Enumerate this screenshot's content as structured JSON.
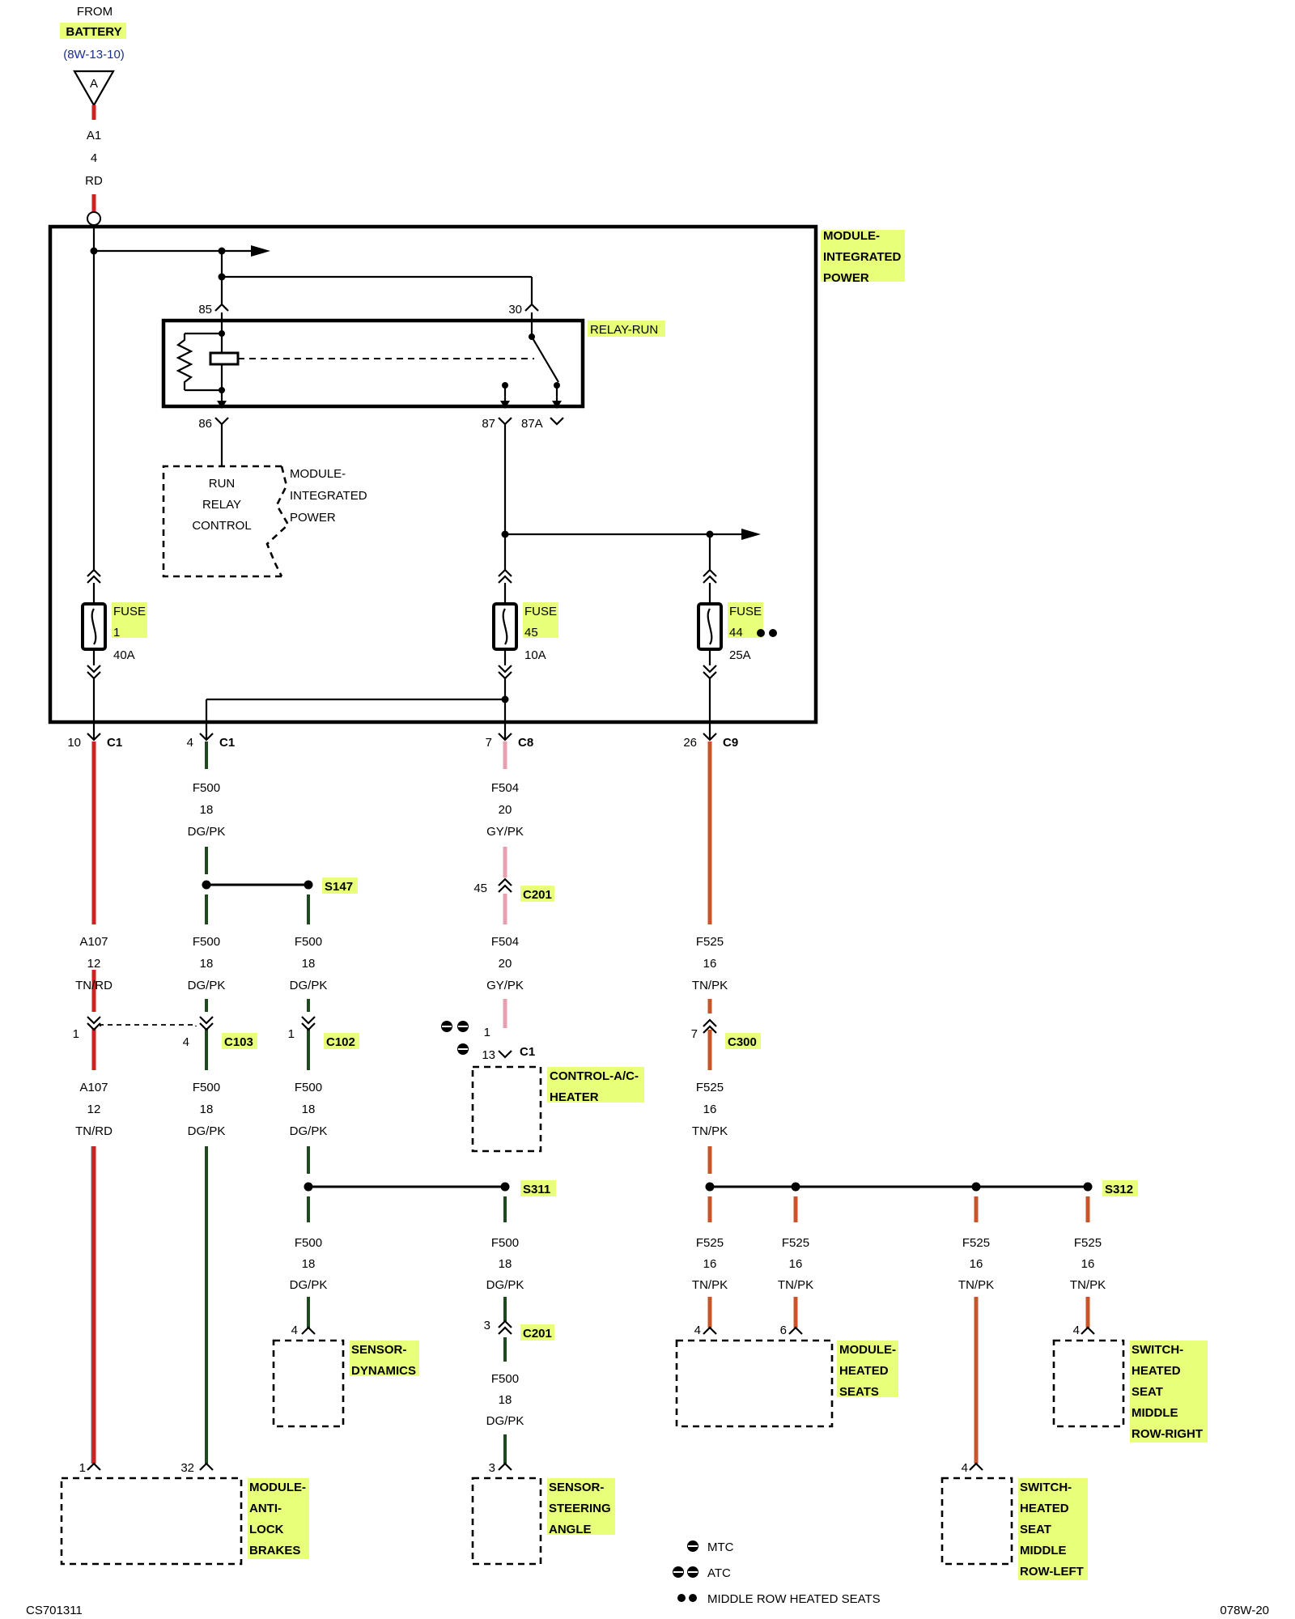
{
  "from": {
    "line1": "FROM",
    "line2": "BATTERY",
    "line3": "(8W-13-10)",
    "connector_letter": "A"
  },
  "top_wire": {
    "cavity": "A1",
    "gauge": "4",
    "color": "RD"
  },
  "module": {
    "l1": "MODULE-",
    "l2": "INTEGRATED",
    "l3": "POWER"
  },
  "relay": {
    "name": "RELAY-RUN",
    "pin85": "85",
    "pin30": "30",
    "pin86": "86",
    "pin87": "87",
    "pin87a": "87A"
  },
  "run_relay_control": {
    "l1": "RUN",
    "l2": "RELAY",
    "l3": "CONTROL",
    "m1": "MODULE-",
    "m2": "INTEGRATED",
    "m3": "POWER"
  },
  "fuses": [
    {
      "label": "FUSE",
      "num": "1",
      "amps": "40A"
    },
    {
      "label": "FUSE",
      "num": "45",
      "amps": "10A"
    },
    {
      "label": "FUSE",
      "num": "44",
      "amps": "25A"
    }
  ],
  "pins": [
    {
      "cav": "10",
      "conn": "C1"
    },
    {
      "cav": "4",
      "conn": "C1"
    },
    {
      "cav": "7",
      "conn": "C8"
    },
    {
      "cav": "26",
      "conn": "C9"
    }
  ],
  "wires": {
    "f500": {
      "circuit": "F500",
      "gauge": "18",
      "color": "DG/PK"
    },
    "f504": {
      "circuit": "F504",
      "gauge": "20",
      "color": "GY/PK"
    },
    "a107": {
      "circuit": "A107",
      "gauge": "12",
      "color": "TN/RD"
    },
    "f525": {
      "circuit": "F525",
      "gauge": "16",
      "color": "TN/PK"
    }
  },
  "splices": {
    "s147": "S147",
    "s311": "S311",
    "s312": "S312"
  },
  "connectors": {
    "c201_a": {
      "name": "C201",
      "cav": "45"
    },
    "c201_b": {
      "name": "C201",
      "cav": "3"
    },
    "c103": {
      "name": "C103",
      "cav_left": "1",
      "cav_right": "4"
    },
    "c102": {
      "name": "C102",
      "cav": "1"
    },
    "c300": {
      "name": "C300",
      "cav": "7"
    },
    "c1_hvac": {
      "name": "C1",
      "cav_a": "1",
      "cav_b": "13"
    }
  },
  "components": {
    "hvac": {
      "l1": "CONTROL-A/C-",
      "l2": "HEATER"
    },
    "sensor_dyn": {
      "l1": "SENSOR-",
      "l2": "DYNAMICS",
      "pin": "4"
    },
    "abs": {
      "l1": "MODULE-",
      "l2": "ANTI-",
      "l3": "LOCK",
      "l4": "BRAKES",
      "pin_a": "1",
      "pin_b": "32"
    },
    "steering": {
      "l1": "SENSOR-",
      "l2": "STEERING",
      "l3": "ANGLE",
      "pin": "3"
    },
    "heated_seats": {
      "l1": "MODULE-",
      "l2": "HEATED",
      "l3": "SEATS",
      "pin_a": "4",
      "pin_b": "6"
    },
    "switch_right": {
      "l1": "SWITCH-",
      "l2": "HEATED",
      "l3": "SEAT",
      "l4": "MIDDLE",
      "l5": "ROW-RIGHT",
      "pin": "4"
    },
    "switch_left": {
      "l1": "SWITCH-",
      "l2": "HEATED",
      "l3": "SEAT",
      "l4": "MIDDLE",
      "l5": "ROW-LEFT",
      "pin": "4"
    }
  },
  "legend": {
    "mtc": "MTC",
    "atc": "ATC",
    "middle": "MIDDLE ROW HEATED SEATS"
  },
  "footer": {
    "left": "CS701311",
    "right": "078W-20"
  },
  "colors": {
    "highlight": "#e8ff7a",
    "rd": "#cc2222",
    "dg": "#1f4a1f",
    "pk": "#e8a0b0",
    "tn": "#c8864a",
    "gy": "#9a9a9a"
  }
}
